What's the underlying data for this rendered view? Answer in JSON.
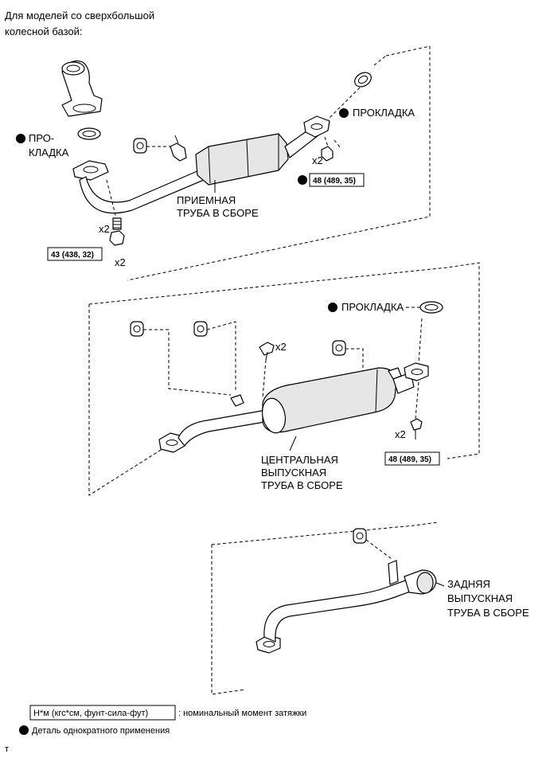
{
  "header": {
    "line1": "Для моделей со сверхбольшой",
    "line2": "колесной базой:"
  },
  "labels": {
    "gasket_top_right": "ПРОКЛАДКА",
    "gasket_left_line1": "ПРО-",
    "gasket_left_line2": "КЛАДКА",
    "front_pipe_line1": "ПРИЕМНАЯ",
    "front_pipe_line2": "ТРУБА В СБОРЕ",
    "gasket_middle": "ПРОКЛАДКА",
    "center_pipe_line1": "ЦЕНТРАЛЬНАЯ",
    "center_pipe_line2": "ВЫПУСКНАЯ",
    "center_pipe_line3": "ТРУБА В СБОРЕ",
    "tail_pipe_line1": "ЗАДНЯЯ",
    "tail_pipe_line2": "ВЫПУСКНАЯ",
    "tail_pipe_line3": "ТРУБА В СБОРЕ"
  },
  "quantities": {
    "q1": "x2",
    "q2": "x2",
    "q3": "x2",
    "q4": "x2",
    "q5": "x2"
  },
  "torques": {
    "t1": "48 (489, 35)",
    "t2": "43 (438, 32)",
    "t3": "48 (489, 35)"
  },
  "legend": {
    "torque_unit_box": "Н*м (кгс*см, фунт-сила-фут)",
    "torque_desc": ": номинальный момент затяжки",
    "nonreusable": "Деталь однократного применения"
  },
  "corner_mark": "т"
}
